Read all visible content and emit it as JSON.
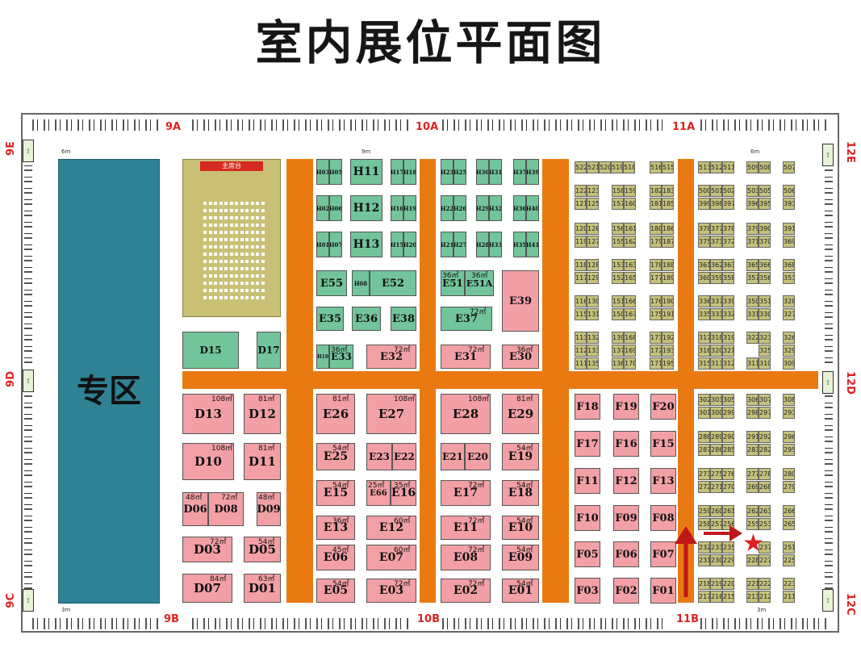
{
  "title": "室内展位平面图",
  "zone_label": "专区",
  "stage_label": "主席台",
  "gates": {
    "top": [
      "9A",
      "10A",
      "11A"
    ],
    "bottom": [
      "9B",
      "10B",
      "11B"
    ],
    "left": [
      "9E",
      "9D",
      "9C"
    ],
    "right": [
      "12E",
      "12D",
      "12C"
    ]
  },
  "exit_symbol": "↕",
  "dimension_labels": {
    "aisle_6m": "6m",
    "aisle_9m": "9m",
    "aisle_3m": "3m"
  },
  "booths": [
    {
      "id": "D15",
      "color": "green"
    },
    {
      "id": "D17",
      "color": "green"
    },
    {
      "id": "D13",
      "area": "108㎡",
      "color": "pink"
    },
    {
      "id": "D12",
      "area": "81㎡",
      "color": "pink"
    },
    {
      "id": "D10",
      "area": "108㎡",
      "color": "pink"
    },
    {
      "id": "D11",
      "area": "81㎡",
      "color": "pink"
    },
    {
      "id": "D06",
      "area": "48㎡",
      "color": "pink"
    },
    {
      "id": "D08",
      "area": "72㎡",
      "color": "pink"
    },
    {
      "id": "D09",
      "area": "48㎡",
      "color": "pink"
    },
    {
      "id": "D03",
      "area": "72㎡",
      "color": "pink"
    },
    {
      "id": "D05",
      "area": "54㎡",
      "color": "pink"
    },
    {
      "id": "D07",
      "area": "84㎡",
      "color": "pink"
    },
    {
      "id": "D01",
      "area": "63㎡",
      "color": "pink"
    },
    {
      "id": "H03",
      "color": "green"
    },
    {
      "id": "H05",
      "color": "green"
    },
    {
      "id": "H11",
      "color": "green"
    },
    {
      "id": "H17",
      "color": "green"
    },
    {
      "id": "H18",
      "color": "green"
    },
    {
      "id": "H02",
      "color": "green"
    },
    {
      "id": "H06",
      "color": "green"
    },
    {
      "id": "H12",
      "color": "green"
    },
    {
      "id": "H16",
      "color": "green"
    },
    {
      "id": "H19",
      "color": "green"
    },
    {
      "id": "H01",
      "color": "green"
    },
    {
      "id": "H07",
      "color": "green"
    },
    {
      "id": "H13",
      "color": "green"
    },
    {
      "id": "H15",
      "color": "green"
    },
    {
      "id": "H20",
      "color": "green"
    },
    {
      "id": "H23",
      "color": "green"
    },
    {
      "id": "H25",
      "color": "green"
    },
    {
      "id": "H30",
      "color": "green"
    },
    {
      "id": "H31",
      "color": "green"
    },
    {
      "id": "H37",
      "color": "green"
    },
    {
      "id": "H39",
      "color": "green"
    },
    {
      "id": "H22",
      "color": "green"
    },
    {
      "id": "H26",
      "color": "green"
    },
    {
      "id": "H29",
      "color": "green"
    },
    {
      "id": "H32",
      "color": "green"
    },
    {
      "id": "H36",
      "color": "green"
    },
    {
      "id": "H40",
      "color": "green"
    },
    {
      "id": "H21",
      "color": "green"
    },
    {
      "id": "H27",
      "color": "green"
    },
    {
      "id": "H28",
      "color": "green"
    },
    {
      "id": "H33",
      "color": "green"
    },
    {
      "id": "H35",
      "color": "green"
    },
    {
      "id": "H41",
      "color": "green"
    },
    {
      "id": "E55",
      "color": "green"
    },
    {
      "id": "H08",
      "color": "green"
    },
    {
      "id": "E52",
      "color": "green"
    },
    {
      "id": "E51",
      "area": "36㎡",
      "color": "green"
    },
    {
      "id": "E51A",
      "area": "36㎡",
      "color": "green"
    },
    {
      "id": "E35",
      "color": "green"
    },
    {
      "id": "E36",
      "color": "green"
    },
    {
      "id": "E38",
      "color": "green"
    },
    {
      "id": "E37",
      "area": "72㎡",
      "color": "green"
    },
    {
      "id": "E39",
      "color": "pink"
    },
    {
      "id": "H10",
      "color": "green"
    },
    {
      "id": "E33",
      "area": "36㎡",
      "color": "green"
    },
    {
      "id": "E32",
      "area": "72㎡",
      "color": "pink"
    },
    {
      "id": "E31",
      "area": "72㎡",
      "color": "pink"
    },
    {
      "id": "E30",
      "area": "36㎡",
      "color": "pink"
    },
    {
      "id": "E26",
      "area": "81㎡",
      "color": "pink"
    },
    {
      "id": "E27",
      "area": "108㎡",
      "color": "pink"
    },
    {
      "id": "E28",
      "area": "108㎡",
      "color": "pink"
    },
    {
      "id": "E29",
      "area": "81㎡",
      "color": "pink"
    },
    {
      "id": "E25",
      "area": "54㎡",
      "color": "pink"
    },
    {
      "id": "E23",
      "color": "pink"
    },
    {
      "id": "E22",
      "color": "pink"
    },
    {
      "id": "E21",
      "color": "pink"
    },
    {
      "id": "E20",
      "color": "pink"
    },
    {
      "id": "E19",
      "area": "54㎡",
      "color": "pink"
    },
    {
      "id": "E15",
      "area": "54㎡",
      "color": "pink"
    },
    {
      "id": "E66",
      "area": "25㎡",
      "color": "pink"
    },
    {
      "id": "E16",
      "area": "35㎡",
      "color": "pink"
    },
    {
      "id": "E17",
      "area": "72㎡",
      "color": "pink"
    },
    {
      "id": "E18",
      "area": "54㎡",
      "color": "pink"
    },
    {
      "id": "E13",
      "area": "36㎡",
      "color": "pink"
    },
    {
      "id": "E12",
      "area": "60㎡",
      "color": "pink"
    },
    {
      "id": "E11",
      "area": "72㎡",
      "color": "pink"
    },
    {
      "id": "E10",
      "area": "54㎡",
      "color": "pink"
    },
    {
      "id": "E06",
      "area": "45㎡",
      "color": "pink"
    },
    {
      "id": "E07",
      "area": "60㎡",
      "color": "pink"
    },
    {
      "id": "E08",
      "area": "72㎡",
      "color": "pink"
    },
    {
      "id": "E09",
      "area": "54㎡",
      "color": "pink"
    },
    {
      "id": "E05",
      "area": "54㎡",
      "color": "pink"
    },
    {
      "id": "E03",
      "area": "72㎡",
      "color": "pink"
    },
    {
      "id": "E02",
      "area": "72㎡",
      "color": "pink"
    },
    {
      "id": "E01",
      "area": "54㎡",
      "color": "pink"
    },
    {
      "id": "F18",
      "color": "pink"
    },
    {
      "id": "F19",
      "color": "pink"
    },
    {
      "id": "F20",
      "color": "pink"
    },
    {
      "id": "F17",
      "color": "pink"
    },
    {
      "id": "F16",
      "color": "pink"
    },
    {
      "id": "F15",
      "color": "pink"
    },
    {
      "id": "F11",
      "color": "pink"
    },
    {
      "id": "F12",
      "color": "pink"
    },
    {
      "id": "F13",
      "color": "pink"
    },
    {
      "id": "F10",
      "color": "pink"
    },
    {
      "id": "F09",
      "color": "pink"
    },
    {
      "id": "F08",
      "color": "pink"
    },
    {
      "id": "F05",
      "color": "pink"
    },
    {
      "id": "F06",
      "color": "pink"
    },
    {
      "id": "F07",
      "color": "pink"
    },
    {
      "id": "F03",
      "color": "pink"
    },
    {
      "id": "F02",
      "color": "pink"
    },
    {
      "id": "F01",
      "color": "pink"
    }
  ],
  "small_booth_rows_left": [
    [
      "522",
      "521",
      "520",
      "519",
      "518",
      "516",
      "515"
    ],
    [
      "122",
      "123",
      "158",
      "159",
      "182",
      "183"
    ],
    [
      "121",
      "125",
      "157",
      "160",
      "181",
      "185"
    ],
    [
      "120",
      "126",
      "156",
      "161",
      "180",
      "186"
    ],
    [
      "119",
      "127",
      "155",
      "162",
      "179",
      "187"
    ],
    [
      "118",
      "128",
      "153",
      "163",
      "178",
      "188"
    ],
    [
      "117",
      "129",
      "152",
      "165",
      "177",
      "189"
    ],
    [
      "116",
      "130",
      "151",
      "166",
      "176",
      "190"
    ],
    [
      "115",
      "131",
      "150",
      "167",
      "175",
      "191"
    ],
    [
      "113",
      "132",
      "139",
      "168",
      "173",
      "192"
    ],
    [
      "112",
      "133",
      "137",
      "169",
      "172",
      "193"
    ],
    [
      "111",
      "135",
      "136",
      "170",
      "171",
      "195"
    ]
  ],
  "small_booth_rows_right": [
    [
      "513",
      "512",
      "511",
      "509",
      "508",
      "507"
    ],
    [
      "500",
      "501",
      "502",
      "503",
      "505",
      "506"
    ],
    [
      "399",
      "398",
      "397",
      "396",
      "395",
      "393"
    ],
    [
      "378",
      "377",
      "378",
      "379",
      "390",
      "391"
    ],
    [
      "375",
      "373",
      "372",
      "371",
      "370",
      "369"
    ],
    [
      "361",
      "362",
      "363",
      "365",
      "366",
      "368"
    ],
    [
      "360",
      "359",
      "358",
      "357",
      "356",
      "353"
    ],
    [
      "336",
      "337",
      "339",
      "350",
      "351",
      "328"
    ],
    [
      "335",
      "333",
      "332",
      "331",
      "330",
      "327"
    ],
    [
      "317",
      "318",
      "319",
      "322",
      "323",
      "326"
    ],
    [
      "316",
      "320",
      "321",
      "325",
      "329"
    ],
    [
      "315",
      "313",
      "312",
      "311",
      "310",
      "309"
    ],
    [
      "302",
      "303",
      "305",
      "306",
      "307",
      "308"
    ],
    [
      "301",
      "300",
      "299",
      "298",
      "297",
      "293"
    ],
    [
      "288",
      "289",
      "290",
      "291",
      "292",
      "296"
    ],
    [
      "287",
      "286",
      "285",
      "283",
      "282",
      "295"
    ],
    [
      "273",
      "275",
      "276",
      "277",
      "278",
      "280"
    ],
    [
      "272",
      "271",
      "270",
      "269",
      "268",
      "279"
    ],
    [
      "259",
      "260",
      "261",
      "262",
      "263",
      "266"
    ],
    [
      "258",
      "257",
      "256",
      "255",
      "253",
      "265"
    ],
    [
      "232",
      "233",
      "235",
      "237",
      "251"
    ],
    [
      "231",
      "230",
      "229",
      "228",
      "227",
      "225"
    ],
    [
      "218",
      "219",
      "220",
      "221",
      "222",
      "223"
    ],
    [
      "217",
      "216",
      "215",
      "213",
      "212",
      "211"
    ]
  ],
  "marker": {
    "symbol": "★",
    "color": "#e02020"
  },
  "colors": {
    "aisle": "#e97a12",
    "special_zone": "#2f8293",
    "pink_booth": "#f2a0a5",
    "green_booth": "#72c49a",
    "olive_booth": "#c5c17a",
    "arrow": "#c01818"
  }
}
